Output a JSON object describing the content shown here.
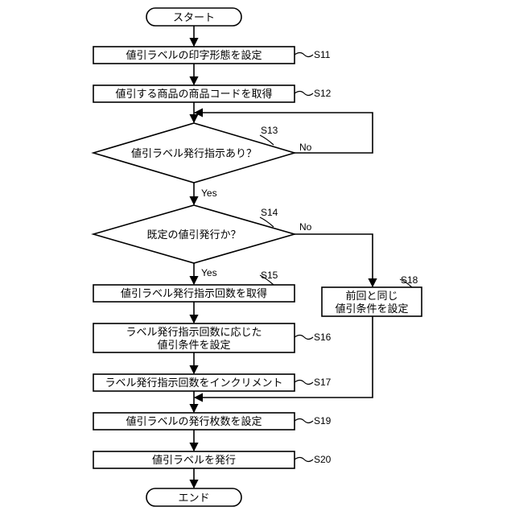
{
  "flowchart": {
    "start": "スタート",
    "end": "エンド",
    "s11": {
      "text": "値引ラベルの印字形態を設定",
      "step": "S11"
    },
    "s12": {
      "text": "値引する商品の商品コードを取得",
      "step": "S12"
    },
    "s13": {
      "text": "値引ラベル発行指示あり？",
      "step": "S13",
      "yes": "Yes",
      "no": "No"
    },
    "s14": {
      "text": "既定の値引発行か？",
      "step": "S14",
      "yes": "Yes",
      "no": "No"
    },
    "s15": {
      "text": "値引ラベル発行指示回数を取得",
      "step": "S15"
    },
    "s16": {
      "line1": "ラベル発行指示回数に応じた",
      "line2": "値引条件を設定",
      "step": "S16"
    },
    "s17": {
      "text": "ラベル発行指示回数をインクリメント",
      "step": "S17"
    },
    "s18": {
      "line1": "前回と同じ",
      "line2": "値引条件を設定",
      "step": "S18"
    },
    "s19": {
      "text": "値引ラベルの発行枚数を設定",
      "step": "S19"
    },
    "s20": {
      "text": "値引ラベルを発行",
      "step": "S20"
    }
  }
}
